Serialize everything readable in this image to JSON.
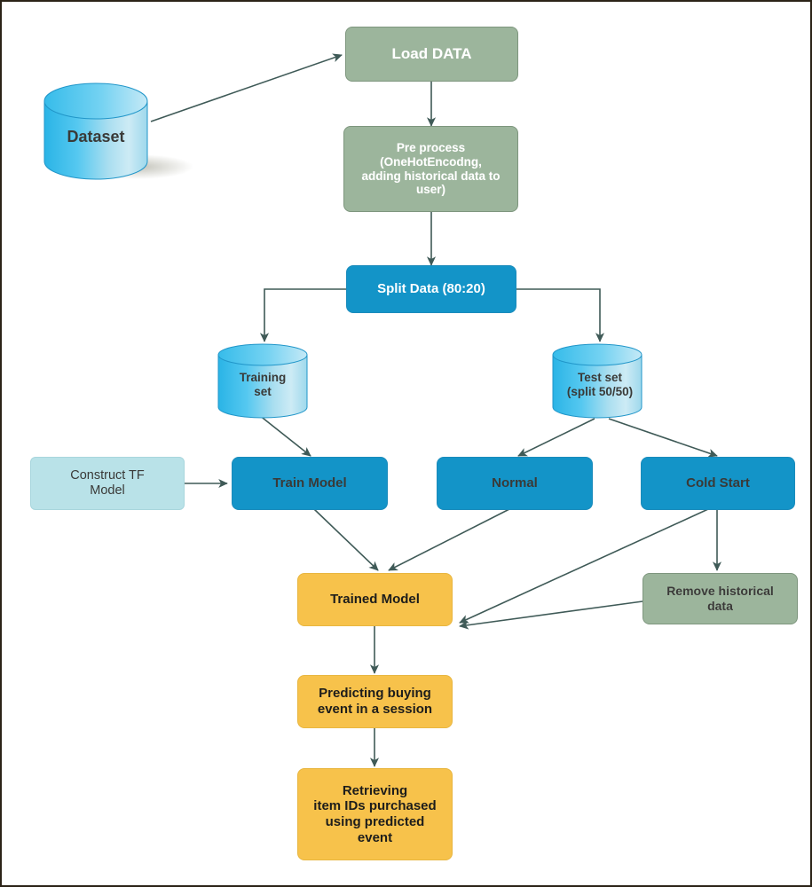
{
  "diagram": {
    "title": "Recommendation model training and evaluation pipeline flowchart",
    "border_color": "#2b2317",
    "background": "#ffffff",
    "edge_color": "#3f5a57",
    "palette": {
      "green": "#9cb59c",
      "blue": "#1394c8",
      "amber": "#f7c24b",
      "cyan": "#b9e2e8",
      "cylinder_dark": "#29b6e8",
      "cylinder_light": "#b5e3f2",
      "text_dark": "#3a3a38",
      "text_white": "#ffffff"
    }
  },
  "nodes": {
    "dataset": {
      "label": "Dataset",
      "shape": "cylinder",
      "color": "#29b6e8"
    },
    "load_data": {
      "label": "Load DATA",
      "shape": "process",
      "color": "#9cb59c"
    },
    "pre_process": {
      "label": "Pre process\n(OneHotEncodng,\nadding historical data to\nuser)",
      "shape": "process",
      "color": "#9cb59c"
    },
    "split_data": {
      "label": "Split Data (80:20)",
      "shape": "process",
      "color": "#1394c8"
    },
    "training_set": {
      "label": "Training\nset",
      "shape": "cylinder",
      "color": "#29b6e8"
    },
    "test_set": {
      "label": "Test set\n(split 50/50)",
      "shape": "cylinder",
      "color": "#29b6e8"
    },
    "construct_tf_model": {
      "label": "Construct TF\nModel",
      "shape": "process",
      "color": "#b9e2e8"
    },
    "train_model": {
      "label": "Train Model",
      "shape": "process",
      "color": "#1394c8"
    },
    "normal": {
      "label": "Normal",
      "shape": "process",
      "color": "#1394c8"
    },
    "cold_start": {
      "label": "Cold Start",
      "shape": "process",
      "color": "#1394c8"
    },
    "trained_model": {
      "label": "Trained Model",
      "shape": "process",
      "color": "#f7c24b"
    },
    "remove_historical_data": {
      "label": "Remove historical\ndata",
      "shape": "process",
      "color": "#9cb59c"
    },
    "predicting_buying_event": {
      "label": "Predicting buying\nevent in a session",
      "shape": "process",
      "color": "#f7c24b"
    },
    "retrieving_item_ids": {
      "label": "Retrieving\nitem IDs purchased\nusing predicted\nevent",
      "shape": "process",
      "color": "#f7c24b"
    }
  },
  "edges": [
    {
      "from": "dataset",
      "to": "load_data"
    },
    {
      "from": "load_data",
      "to": "pre_process"
    },
    {
      "from": "pre_process",
      "to": "split_data"
    },
    {
      "from": "split_data",
      "to": "training_set"
    },
    {
      "from": "split_data",
      "to": "test_set"
    },
    {
      "from": "training_set",
      "to": "train_model"
    },
    {
      "from": "construct_tf_model",
      "to": "train_model"
    },
    {
      "from": "test_set",
      "to": "normal"
    },
    {
      "from": "test_set",
      "to": "cold_start"
    },
    {
      "from": "train_model",
      "to": "trained_model"
    },
    {
      "from": "normal",
      "to": "trained_model"
    },
    {
      "from": "cold_start",
      "to": "remove_historical_data"
    },
    {
      "from": "cold_start",
      "to": "trained_model"
    },
    {
      "from": "remove_historical_data",
      "to": "trained_model"
    },
    {
      "from": "trained_model",
      "to": "predicting_buying_event"
    },
    {
      "from": "predicting_buying_event",
      "to": "retrieving_item_ids"
    }
  ]
}
